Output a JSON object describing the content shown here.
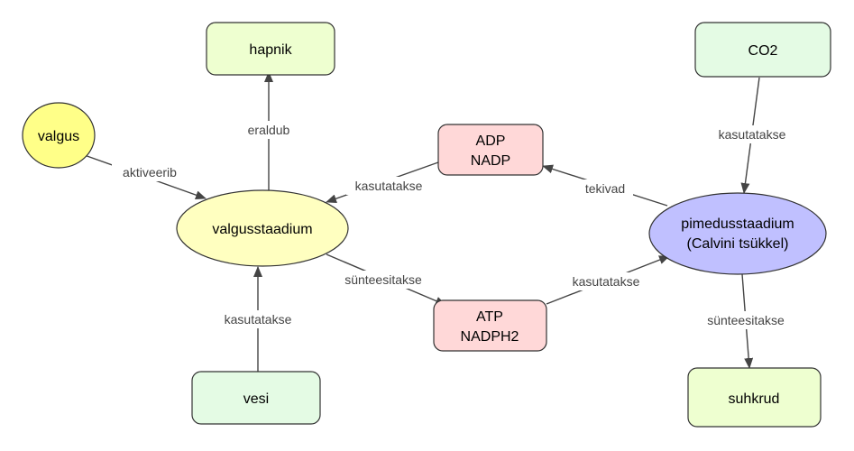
{
  "nodes": {
    "valgus": {
      "label": "valgus",
      "color": "#ffff88"
    },
    "hapnik": {
      "label": "hapnik",
      "color": "#eeffd0"
    },
    "co2": {
      "label": "CO2",
      "color": "#e4fbe4"
    },
    "valgusstaadium": {
      "label": "valgusstaadium",
      "color": "#ffffc0"
    },
    "adp_nadp": {
      "line1": "ADP",
      "line2": "NADP",
      "color": "#ffd8d8"
    },
    "atp_nadph2": {
      "line1": "ATP",
      "line2": "NADPH2",
      "color": "#ffd8d8"
    },
    "pimedusstaadium": {
      "line1": "pimedusstaadium",
      "line2": "(Calvini tsükkel)",
      "color": "#c0c0ff"
    },
    "vesi": {
      "label": "vesi",
      "color": "#e4fbe4"
    },
    "suhkrud": {
      "label": "suhkrud",
      "color": "#eeffd0"
    }
  },
  "edges": {
    "valgus_to_valgusstaadium": "aktiveerib",
    "valgusstaadium_to_hapnik": "eraldub",
    "adp_to_valgusstaadium": "kasutatakse",
    "valgusstaadium_to_atp": "sünteesitakse",
    "vesi_to_valgusstaadium": "kasutatakse",
    "pimedus_to_adp": "tekivad",
    "atp_to_pimedus": "kasutatakse",
    "co2_to_pimedus": "kasutatakse",
    "pimedus_to_suhkrud": "sünteesitakse"
  }
}
